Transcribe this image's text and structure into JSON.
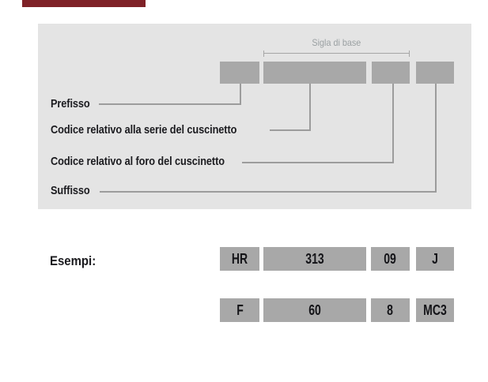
{
  "colors": {
    "page_background": "#ffffff",
    "accent_bar": "#7e2127",
    "panel_background": "#e4e4e4",
    "box_gray": "#a8a8a8",
    "connector_line": "#9c9c9c",
    "label_text": "#1b1b1f",
    "bracket_text": "#9aa0a2"
  },
  "diagram": {
    "bracket_label": "Sigla di base",
    "labels": {
      "prefix": "Prefisso",
      "series": "Codice relativo alla serie del cuscinetto",
      "bore": "Codice relativo al foro del cuscinetto",
      "suffix": "Suffisso"
    }
  },
  "examples": {
    "heading": "Esempi:",
    "rows": [
      {
        "prefix": "HR",
        "series": "313",
        "bore": "09",
        "suffix": "J"
      },
      {
        "prefix": "F",
        "series": "60",
        "bore": "8",
        "suffix": "MC3"
      }
    ]
  }
}
